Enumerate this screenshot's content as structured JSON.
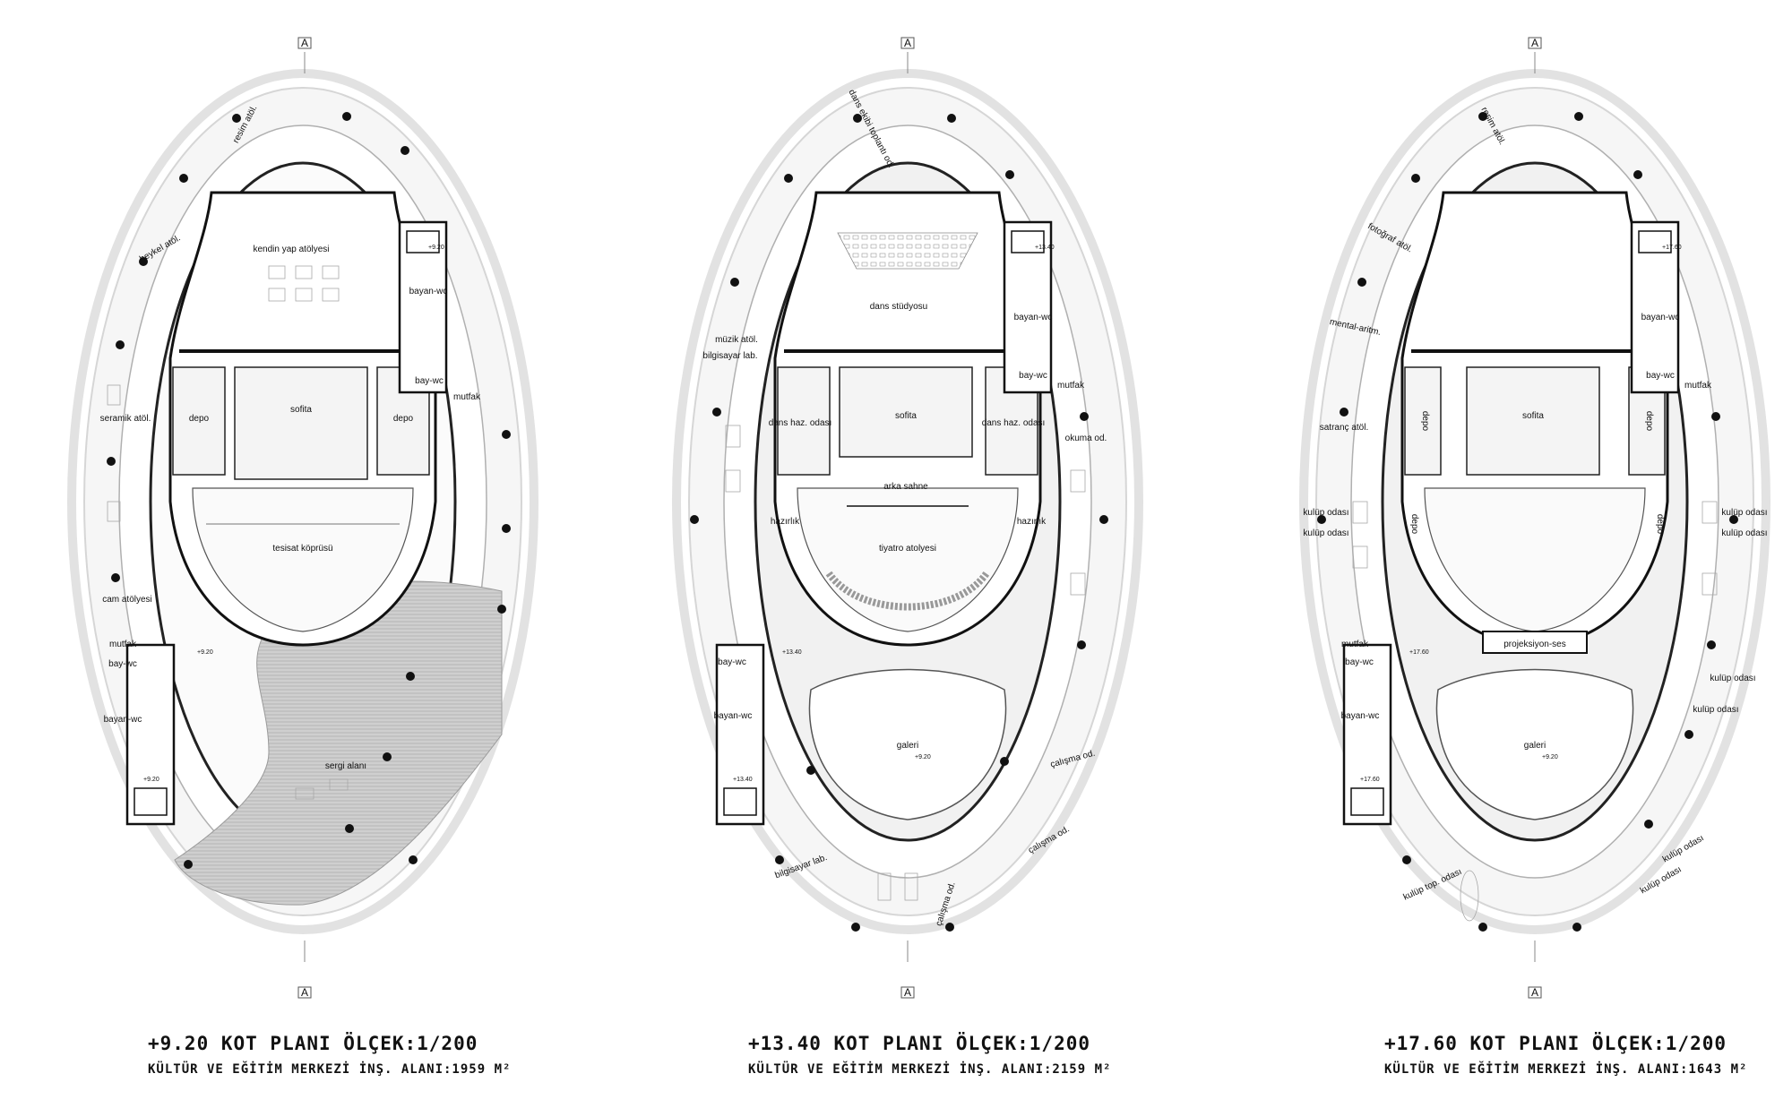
{
  "plans": [
    {
      "id": "plan-920",
      "title": "+9.20 KOT PLANI ÖLÇEK:1/200",
      "subtitle": "KÜLTÜR VE EĞİTİM MERKEZİ İNŞ. ALANI:1959 M²",
      "section_marks": [
        "A",
        "A"
      ],
      "level_marks": [
        "+9.20",
        "+9.20",
        "+9.20"
      ],
      "rooms": [
        "kendin yap atölyesi",
        "depo",
        "sofita",
        "depo",
        "tesisat köprüsü",
        "sergi alanı",
        "resim atöl.",
        "heykel atöl.",
        "seramik atöl.",
        "cam atölyesi",
        "mutfak",
        "bay-wc",
        "bayan-wc",
        "bayan-wc",
        "bay-wc",
        "mutfak"
      ]
    },
    {
      "id": "plan-1340",
      "title": "+13.40 KOT PLANI ÖLÇEK:1/200",
      "subtitle": "KÜLTÜR VE EĞİTİM MERKEZİ İNŞ. ALANI:2159 M²",
      "section_marks": [
        "A",
        "A"
      ],
      "level_marks": [
        "+13.40",
        "+13.40",
        "+13.40",
        "+9.20"
      ],
      "rooms": [
        "dans stüdyosu",
        "sofita",
        "dans haz. odası",
        "dans haz. odası",
        "arka sahne",
        "hazırlık",
        "hazırlık",
        "tiyatro atolyesi",
        "galeri",
        "dans ekibi toplantı od.",
        "müzik atöl.",
        "bilgisayar lab.",
        "okuma od.",
        "çalışma od.",
        "çalışma od.",
        "çalışma od.",
        "bilgisayar lab.",
        "bayan-wc",
        "bay-wc",
        "mutfak",
        "bay-wc",
        "bayan-wc"
      ]
    },
    {
      "id": "plan-1760",
      "title": "+17.60 KOT PLANI ÖLÇEK:1/200",
      "subtitle": "KÜLTÜR VE EĞİTİM MERKEZİ İNŞ. ALANI:1643 M²",
      "section_marks": [
        "A",
        "A"
      ],
      "level_marks": [
        "+17.60",
        "+17.60",
        "+17.60",
        "+9.20"
      ],
      "rooms": [
        "sofita",
        "depo",
        "depo",
        "depo",
        "depo",
        "projeksiyon-ses",
        "galeri",
        "resim atöl.",
        "fotoğraf atöl.",
        "mental-aritm.",
        "satranç atöl.",
        "kulüp odası",
        "kulüp odası",
        "kulüp odası",
        "kulüp odası",
        "kulüp odası",
        "kulüp odası",
        "kulüp odası",
        "kulüp odası",
        "kulüp top. odası",
        "bayan-wc",
        "bay-wc",
        "mutfak",
        "bay-wc",
        "bayan-wc",
        "mutfak"
      ]
    }
  ]
}
